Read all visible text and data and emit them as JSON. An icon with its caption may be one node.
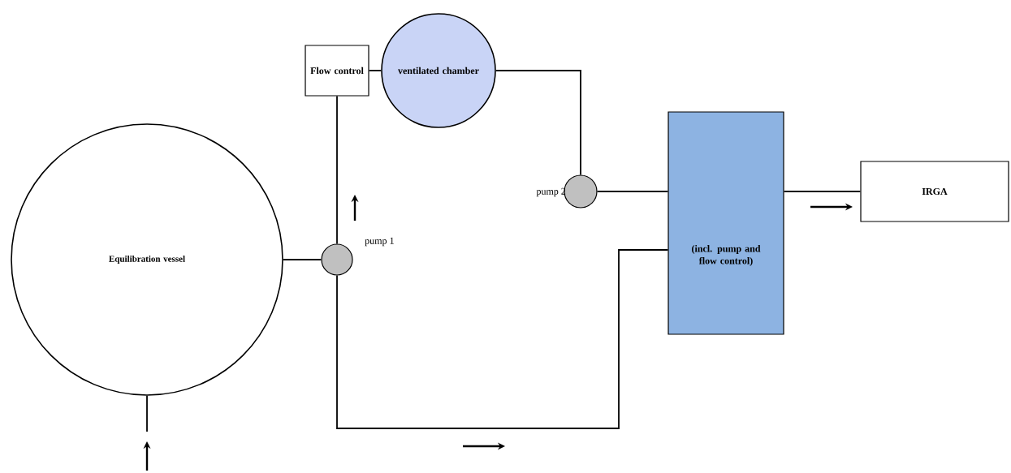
{
  "diagram": {
    "nodes": [
      {
        "text": [
          "Equilibration vessel"
        ]
      },
      {
        "text": [],
        "shape": "circle",
        "beside": [
          "pump 1"
        ]
      },
      {
        "text": [
          "Flow control"
        ]
      },
      {
        "text": [
          "ventilated chamber"
        ]
      },
      {
        "text": [],
        "shape": "circle",
        "beside": [
          "pump 2"
        ]
      },
      {
        "text": [
          "(incl. pump and flow control)"
        ]
      },
      {
        "text": [
          "IRGA"
        ]
      }
    ],
    "edges": [
      {
        "from": null,
        "to": 0,
        "arrow": "none"
      },
      {
        "from": 0,
        "to": 1,
        "arrow": "none"
      },
      {
        "from": 1,
        "to": 2,
        "arrow": "none"
      },
      {
        "from": 2,
        "to": 3,
        "arrow": "none"
      },
      {
        "from": 3,
        "to": 4,
        "arrow": "none"
      },
      {
        "from": 4,
        "to": 5,
        "arrow": "none"
      },
      {
        "from": 5,
        "to": 6,
        "arrow": "none"
      },
      {
        "from": 1,
        "to": 5,
        "arrow": "none"
      }
    ]
  }
}
